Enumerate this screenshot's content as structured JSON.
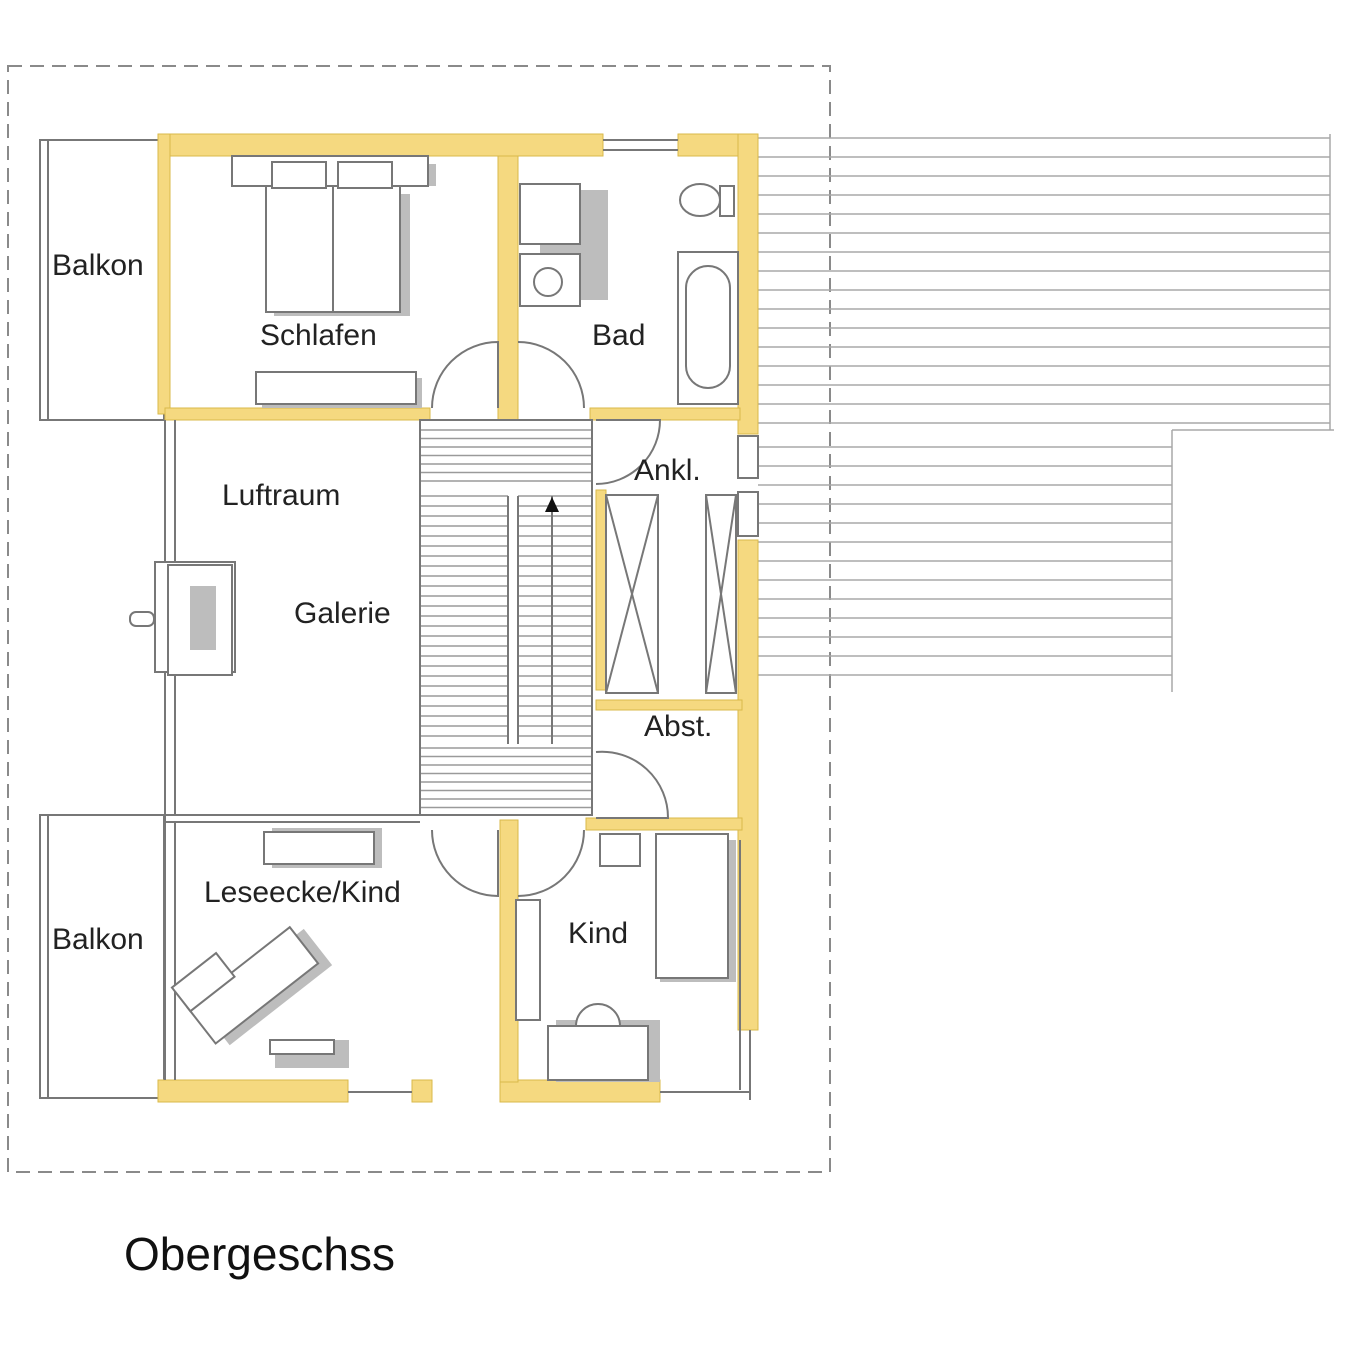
{
  "title": "Obergeschss",
  "rooms": {
    "balkon_top": "Balkon",
    "schlafen": "Schlafen",
    "bad": "Bad",
    "luftraum": "Luftraum",
    "galerie": "Galerie",
    "ankl": "Ankl.",
    "abst": "Abst.",
    "leseecke": "Leseecke/Kind",
    "kind": "Kind",
    "balkon_bottom": "Balkon"
  },
  "colors": {
    "wall": "#f5d980",
    "line": "#777777",
    "text": "#222222"
  }
}
